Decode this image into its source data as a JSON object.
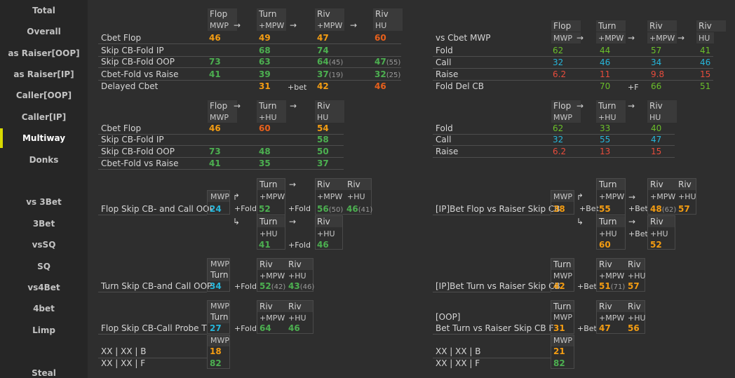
{
  "sidebar": [
    "Total",
    "Overall",
    "as Raiser[OOP]",
    "as Raiser[IP]",
    "Caller[OOP]",
    "Caller[IP]",
    "Multiway",
    "Donks",
    "vs 3Bet",
    "3Bet",
    "vsSQ",
    "SQ",
    "vs4Bet",
    "4bet",
    "Limp",
    "Steal"
  ],
  "active": "Multiway",
  "colors": {
    "green": "#4caf50",
    "orange": "#f39c12",
    "red": "#e74c3c",
    "cyan": "#26b5d9",
    "lightgreen": "#6abf2a",
    "sidebar_bg": "#262626",
    "main_bg": "#2e2e2e",
    "accent": "#d8d900"
  },
  "labels": {
    "flop": "Flop",
    "turn": "Turn",
    "riv": "Riv",
    "mwp": "MWP",
    "pmwp": "+MPW",
    "hu": "HU",
    "phu": "+HU",
    "bet": "+bet",
    "pF": "+F",
    "pFold": "+Fold",
    "pBet": "+Bet",
    "oop": "[OOP]"
  },
  "t1": {
    "rows": [
      "Cbet Flop",
      "Skip CB-Fold IP",
      "Skip CB-Fold OOP",
      "Cbet-Fold vs Raise",
      "Delayed Cbet"
    ],
    "v": [
      [
        "46",
        "49",
        "47",
        "60"
      ],
      [
        "",
        "68",
        "74",
        ""
      ],
      [
        "73",
        "63",
        "64",
        "47"
      ],
      [
        "41",
        "39",
        "37",
        "32"
      ],
      [
        "",
        "31",
        "42",
        "46"
      ]
    ],
    "sub": {
      "r2c2": "(45)",
      "r2c3": "(55)",
      "r3c2": "(19)",
      "r3c3": "(25)"
    }
  },
  "t2": {
    "rows": [
      "vs Cbet MWP",
      "Fold",
      "Call",
      "Raise",
      "Fold Del CB"
    ],
    "v": [
      [
        "",
        "",
        "",
        ""
      ],
      [
        "62",
        "44",
        "57",
        "41"
      ],
      [
        "32",
        "46",
        "34",
        "46"
      ],
      [
        "6.2",
        "11",
        "9.8",
        "15"
      ],
      [
        "",
        "70",
        "66",
        "51"
      ]
    ]
  },
  "t3": {
    "rows": [
      "Cbet Flop",
      "Skip CB-Fold IP",
      "Skip CB-Fold OOP",
      "Cbet-Fold vs Raise"
    ],
    "v": [
      [
        "46",
        "60",
        "54"
      ],
      [
        "",
        "",
        "58"
      ],
      [
        "73",
        "48",
        "50"
      ],
      [
        "41",
        "35",
        "37"
      ]
    ]
  },
  "t4": {
    "rows": [
      "Fold",
      "Call",
      "Raise"
    ],
    "v": [
      [
        "62",
        "33",
        "40"
      ],
      [
        "32",
        "55",
        "47"
      ],
      [
        "6.2",
        "13",
        "15"
      ]
    ]
  },
  "b5": {
    "label": "Flop Skip CB- and Call OOP",
    "mwp": "24",
    "t1": "52",
    "r1a": "56",
    "r1asub": "(50)",
    "r1b": "46",
    "r1bsub": "(41)",
    "t2": "41",
    "r2": "46"
  },
  "b6": {
    "label": "[IP]Bet Flop vs Raiser Skip CB",
    "mwp": "38",
    "t1": "55",
    "r1a": "48",
    "r1asub": "(62)",
    "r1b": "57",
    "t2": "60",
    "r2": "52"
  },
  "b7": {
    "label": "Turn Skip CB-and Call OOP",
    "v": "34",
    "r1": "52",
    "r1sub": "(42)",
    "r2": "43",
    "r2sub": "(46)"
  },
  "b8": {
    "label": "[IP]Bet Turn vs Raiser Skip CB",
    "v": "42",
    "r1": "51",
    "r1sub": "(71)",
    "r2": "57"
  },
  "b9": {
    "label": "Flop Skip CB-Call Probe T",
    "v": "27",
    "r1": "64",
    "r2": "46",
    "xxb": "XX | XX | B",
    "xxf": "XX | XX | F",
    "vb": "18",
    "vf": "82"
  },
  "b10": {
    "label": "Bet Turn vs Raiser Skip CB  F",
    "v": "31",
    "r1": "47",
    "r2": "56",
    "xxb": "XX | XX | B",
    "xxf": "XX | XX | F",
    "vb": "21",
    "vf": "82"
  }
}
